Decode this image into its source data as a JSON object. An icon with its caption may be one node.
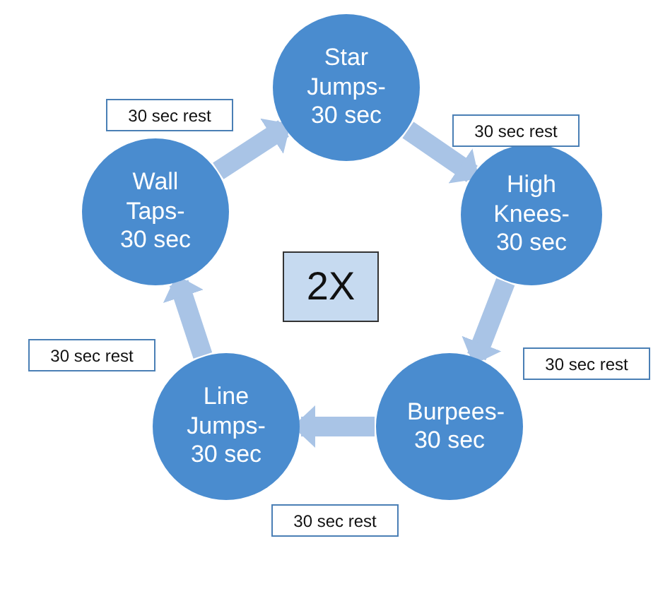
{
  "diagram": {
    "nodes": [
      {
        "text": [
          "Star Jumps- 30 sec"
        ]
      },
      {
        "text": [
          "High Knees- 30 sec"
        ]
      },
      {
        "text": [
          "Burpees- 30 sec"
        ]
      },
      {
        "text": [
          "Line Jumps- 30 sec"
        ]
      },
      {
        "text": [
          "Wall Taps- 30 sec"
        ]
      },
      {
        "text": [
          "2X"
        ]
      },
      {
        "text": [
          "30 sec rest"
        ]
      },
      {
        "text": [
          "30 sec rest"
        ]
      },
      {
        "text": [
          "30 sec rest"
        ]
      },
      {
        "text": [
          "30 sec rest"
        ]
      },
      {
        "text": [
          "30 sec rest"
        ]
      }
    ],
    "edges": [
      {
        "from": 0,
        "to": 1,
        "arrow": "to"
      },
      {
        "from": 1,
        "to": 2,
        "arrow": "to"
      },
      {
        "from": 2,
        "to": 3,
        "arrow": "to"
      },
      {
        "from": 3,
        "to": 4,
        "arrow": "to"
      },
      {
        "from": 4,
        "to": 0,
        "arrow": "to"
      }
    ]
  }
}
